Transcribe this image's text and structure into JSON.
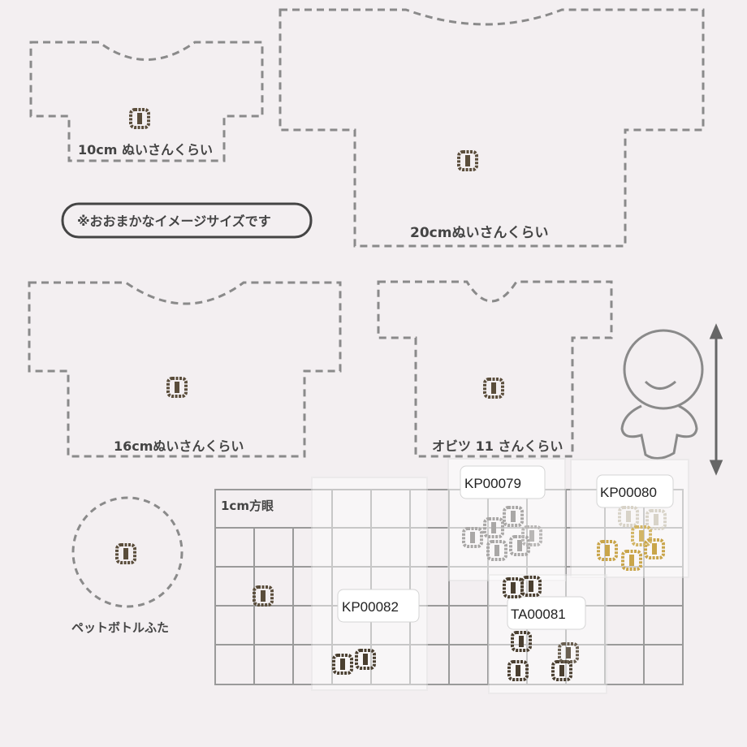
{
  "templates": {
    "size_10cm": "10cm ぬいさんくらい",
    "size_20cm": "20cmぬいさんくらい",
    "size_16cm": "16cmぬいさんくらい",
    "obitsu_11": "オビツ 11 さんくらい",
    "bottle_cap": "ペットボトルふた"
  },
  "notice": "※おおまかなイメージサイズです",
  "grid_label": "1cm方眼",
  "packages": [
    {
      "code": "KP00079"
    },
    {
      "code": "KP00080"
    },
    {
      "code": "KP00082"
    },
    {
      "code": "TA00081"
    }
  ],
  "colors": {
    "background": "#f3eff1",
    "outline": "#8a8a8a",
    "grid": "#9a9a9a",
    "buckle_bronze": "#5a4d3b",
    "buckle_silver": "#a9a7a6",
    "buckle_gold": "#c9a54a"
  }
}
